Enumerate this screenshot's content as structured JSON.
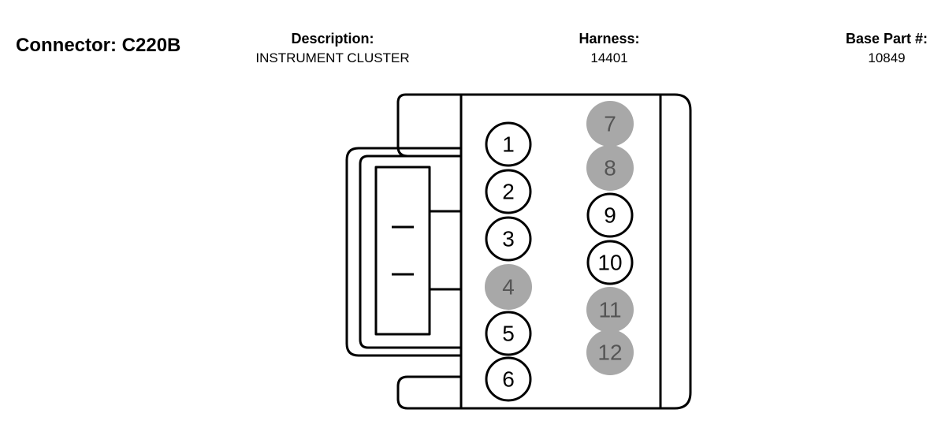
{
  "header": {
    "connector_label": "Connector: C220B",
    "description_label": "Description:",
    "description_value": "INSTRUMENT CLUSTER",
    "harness_label": "Harness:",
    "harness_value": "14401",
    "base_part_label": "Base Part #:",
    "base_part_value": "10849"
  },
  "colors": {
    "empty_pin": "#a8a8a8",
    "empty_pin_text": "#555555",
    "outline": "#000000"
  },
  "pins": [
    {
      "number": "1",
      "populated": true
    },
    {
      "number": "2",
      "populated": true
    },
    {
      "number": "3",
      "populated": true
    },
    {
      "number": "4",
      "populated": false
    },
    {
      "number": "5",
      "populated": true
    },
    {
      "number": "6",
      "populated": true
    },
    {
      "number": "7",
      "populated": false
    },
    {
      "number": "8",
      "populated": false
    },
    {
      "number": "9",
      "populated": true
    },
    {
      "number": "10",
      "populated": true
    },
    {
      "number": "11",
      "populated": false
    },
    {
      "number": "12",
      "populated": false
    }
  ]
}
